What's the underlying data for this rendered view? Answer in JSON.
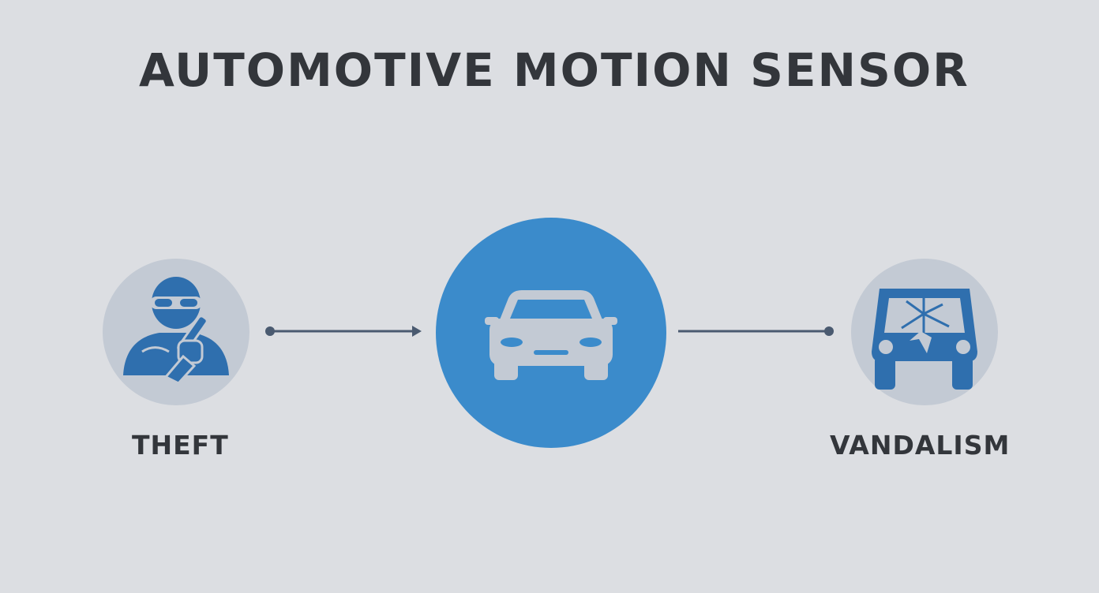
{
  "title": "AUTOMOTIVE MOTION SENSOR",
  "nodes": {
    "theft": {
      "label": "THEFT",
      "icon": "thief-icon"
    },
    "sensor": {
      "icon": "car-icon"
    },
    "vandalism": {
      "label": "VANDALISM",
      "icon": "broken-windshield-car-icon"
    }
  },
  "colors": {
    "accent": "#3b8bcb",
    "icon_blue": "#2f6fae",
    "node_fill": "#c3cad4",
    "connector": "#4a5a70",
    "text": "#33363b",
    "background": "#dcdee2"
  }
}
